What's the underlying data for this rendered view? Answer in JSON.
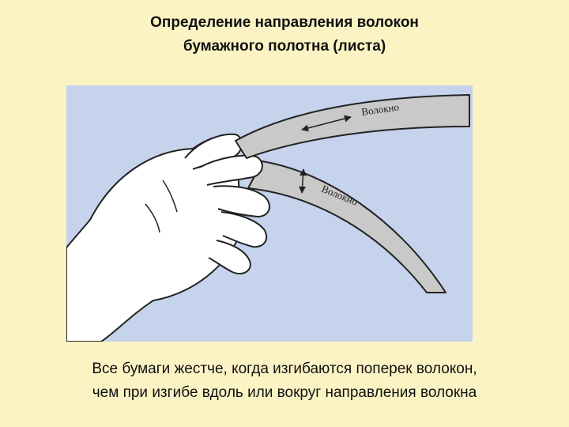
{
  "title": {
    "line1": "Определение направления волокон",
    "line2": "бумажного полотна (листа)"
  },
  "figure": {
    "upper_strip_label": "Волокно",
    "lower_strip_label": "Волокно",
    "background_color": "#c5d3ec",
    "strip_color": "#c9c9c9"
  },
  "caption": {
    "line1": "Все бумаги жестче, когда изгибаются поперек волокон,",
    "line2": "чем при изгибе вдоль или вокруг направления волокна"
  }
}
